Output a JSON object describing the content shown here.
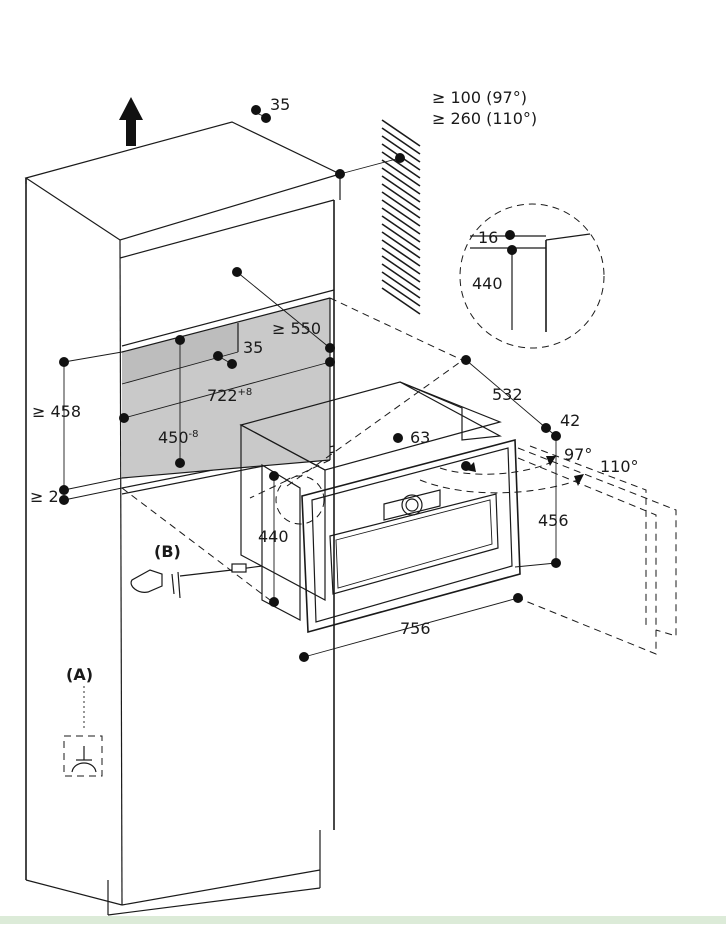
{
  "labels": {
    "top_gap": "35",
    "vent_97": "≥ 100 (97°)",
    "vent_110": "≥ 260 (110°)",
    "detail_16": "16",
    "detail_440": "440",
    "depth_550": "≥ 550",
    "inner_35": "35",
    "width_722": "722",
    "width_722_tol": "+8",
    "height_450": "450",
    "height_450_tol": "-8",
    "height_458": "≥ 458",
    "gap_2": "≥ 2",
    "depth_532": "532",
    "frame_42": "42",
    "handle_63": "63",
    "angle_97": "97°",
    "angle_110": "110°",
    "height_456": "456",
    "body_440": "440",
    "width_756": "756",
    "marker_b": "(B)",
    "marker_a": "(A)"
  },
  "colors": {
    "line": "#1a1a1a",
    "cutout_fill": "#c9c9c9",
    "bottom_strip": "#dcebd8"
  }
}
